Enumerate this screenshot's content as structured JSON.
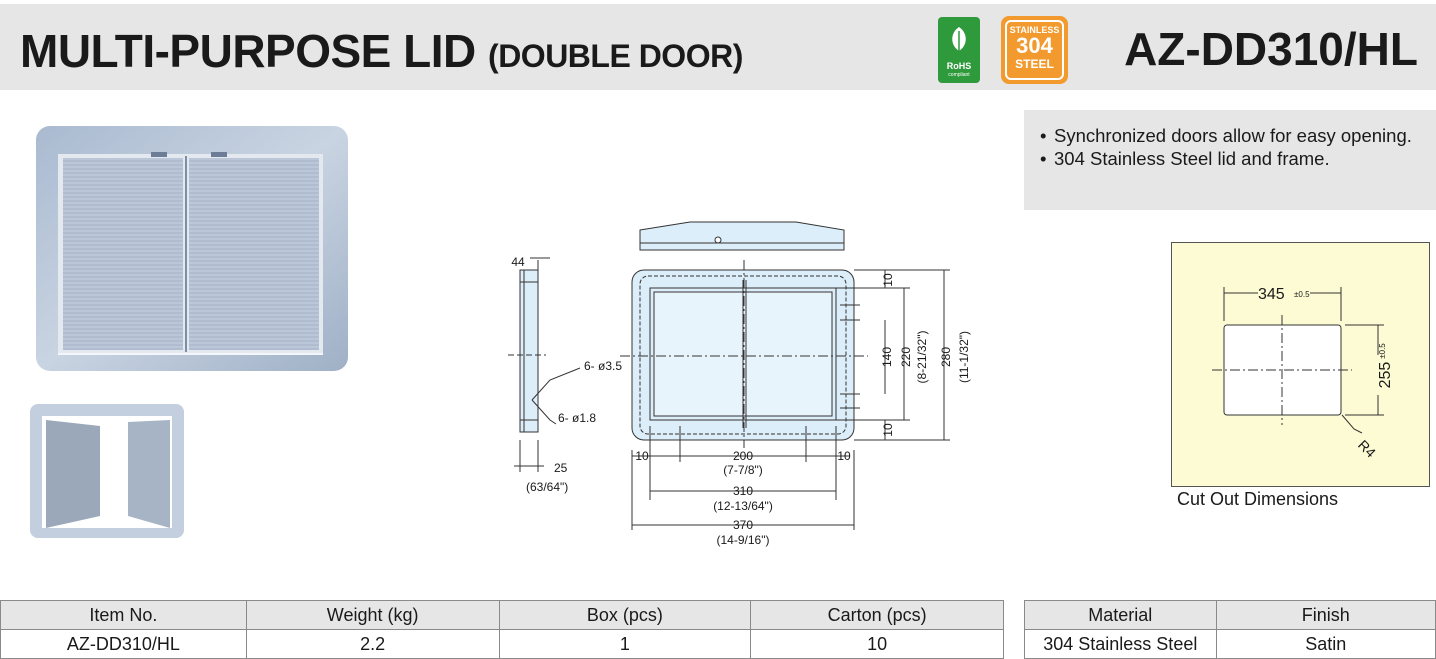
{
  "header": {
    "title": "MULTI-PURPOSE LID",
    "subtitle": "(DOUBLE DOOR)",
    "model": "AZ-DD310/HL",
    "rohs_label": "RoHS",
    "rohs_sub": "compliant",
    "badge_line1": "STAINLESS",
    "badge_line2": "304",
    "badge_line3": "STEEL"
  },
  "features": [
    "Synchronized doors allow for easy opening.",
    "304 Stainless Steel lid and frame."
  ],
  "drawing": {
    "side_thickness": "44",
    "hole1": "6- ø3.5",
    "hole2": "6- ø1.8",
    "depth": "25",
    "depth_in": "(63/64\")",
    "top_margin": "10",
    "bottom_margin": "10",
    "left_margin": "10",
    "right_margin": "10",
    "h140": "140",
    "h220": "220",
    "h220_in": "(8-21/32\")",
    "h280": "280",
    "h280_in": "(11-1/32\")",
    "w200": "200",
    "w200_in": "(7-7/8\")",
    "w310": "310",
    "w310_in": "(12-13/64\")",
    "w370": "370",
    "w370_in": "(14-9/16\")"
  },
  "cutout": {
    "width": "345",
    "width_tol": "±0.5",
    "height": "255",
    "height_tol": "±0.5",
    "radius": "R4",
    "caption": "Cut Out Dimensions"
  },
  "spec_table": {
    "headers": [
      "Item No.",
      "Weight (kg)",
      "Box (pcs)",
      "Carton (pcs)"
    ],
    "row": [
      "AZ-DD310/HL",
      "2.2",
      "1",
      "10"
    ]
  },
  "material_table": {
    "headers": [
      "Material",
      "Finish"
    ],
    "row": [
      "304 Stainless Steel",
      "Satin"
    ]
  },
  "colors": {
    "header_bg": "#e6e6e6",
    "rohs_green": "#2e9a3c",
    "badge_orange": "#f39a2e",
    "drawing_fill": "#dceefa",
    "cutout_bg": "#fdfbd4"
  }
}
